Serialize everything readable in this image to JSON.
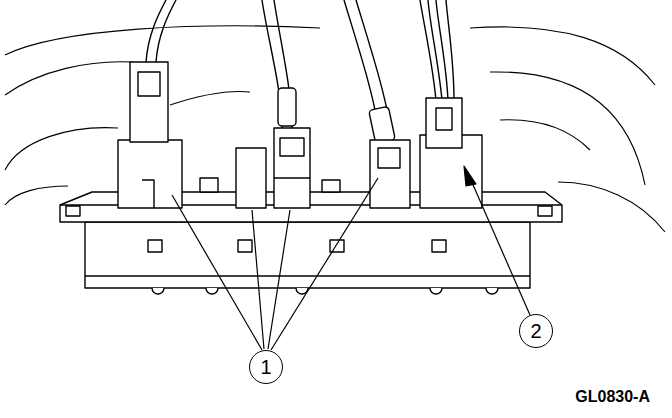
{
  "diagram": {
    "nodes": [
      {
        "text": [
          "1"
        ]
      },
      {
        "text": [
          "2"
        ]
      }
    ],
    "labels": [
      "GL0830-A"
    ]
  }
}
